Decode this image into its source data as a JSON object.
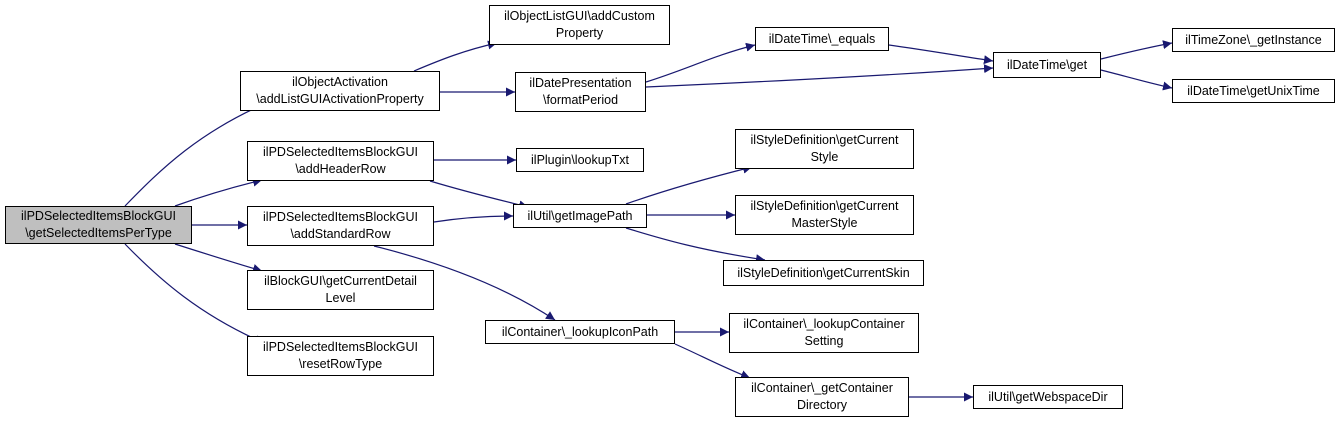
{
  "colors": {
    "edge": "#191970",
    "node_border": "#000000",
    "node_fill": "#ffffff",
    "root_fill": "#bfbfbf"
  },
  "nodes": {
    "root": {
      "line1": "ilPDSelectedItemsBlockGUI",
      "line2": "\\getSelectedItemsPerType"
    },
    "objact": {
      "line1": "ilObjectActivation",
      "line2": "\\addListGUIActivationProperty"
    },
    "addheader": {
      "line1": "ilPDSelectedItemsBlockGUI",
      "line2": "\\addHeaderRow"
    },
    "addstandard": {
      "line1": "ilPDSelectedItemsBlockGUI",
      "line2": "\\addStandardRow"
    },
    "blockgui": {
      "line1": "ilBlockGUI\\getCurrentDetail",
      "line2": "Level"
    },
    "resetrow": {
      "line1": "ilPDSelectedItemsBlockGUI",
      "line2": "\\resetRowType"
    },
    "objlistgui": {
      "line1": "ilObjectListGUI\\addCustom",
      "line2": "Property"
    },
    "datepres": {
      "line1": "ilDatePresentation",
      "line2": "\\formatPeriod"
    },
    "plugin": {
      "line1": "ilPlugin\\lookupTxt"
    },
    "getimagepath": {
      "line1": "ilUtil\\getImagePath"
    },
    "lookupiconpath": {
      "line1": "ilContainer\\_lookupIconPath"
    },
    "dtequals": {
      "line1": "ilDateTime\\_equals"
    },
    "dtget": {
      "line1": "ilDateTime\\get"
    },
    "tzinstance": {
      "line1": "ilTimeZone\\_getInstance"
    },
    "unixtime": {
      "line1": "ilDateTime\\getUnixTime"
    },
    "curstyle": {
      "line1": "ilStyleDefinition\\getCurrent",
      "line2": "Style"
    },
    "curmaster": {
      "line1": "ilStyleDefinition\\getCurrent",
      "line2": "MasterStyle"
    },
    "curskin": {
      "line1": "ilStyleDefinition\\getCurrentSkin"
    },
    "lookupcontainer": {
      "line1": "ilContainer\\_lookupContainer",
      "line2": "Setting"
    },
    "getcontainerdir": {
      "line1": "ilContainer\\_getContainer",
      "line2": "Directory"
    },
    "webspacedir": {
      "line1": "ilUtil\\getWebspaceDir"
    }
  }
}
